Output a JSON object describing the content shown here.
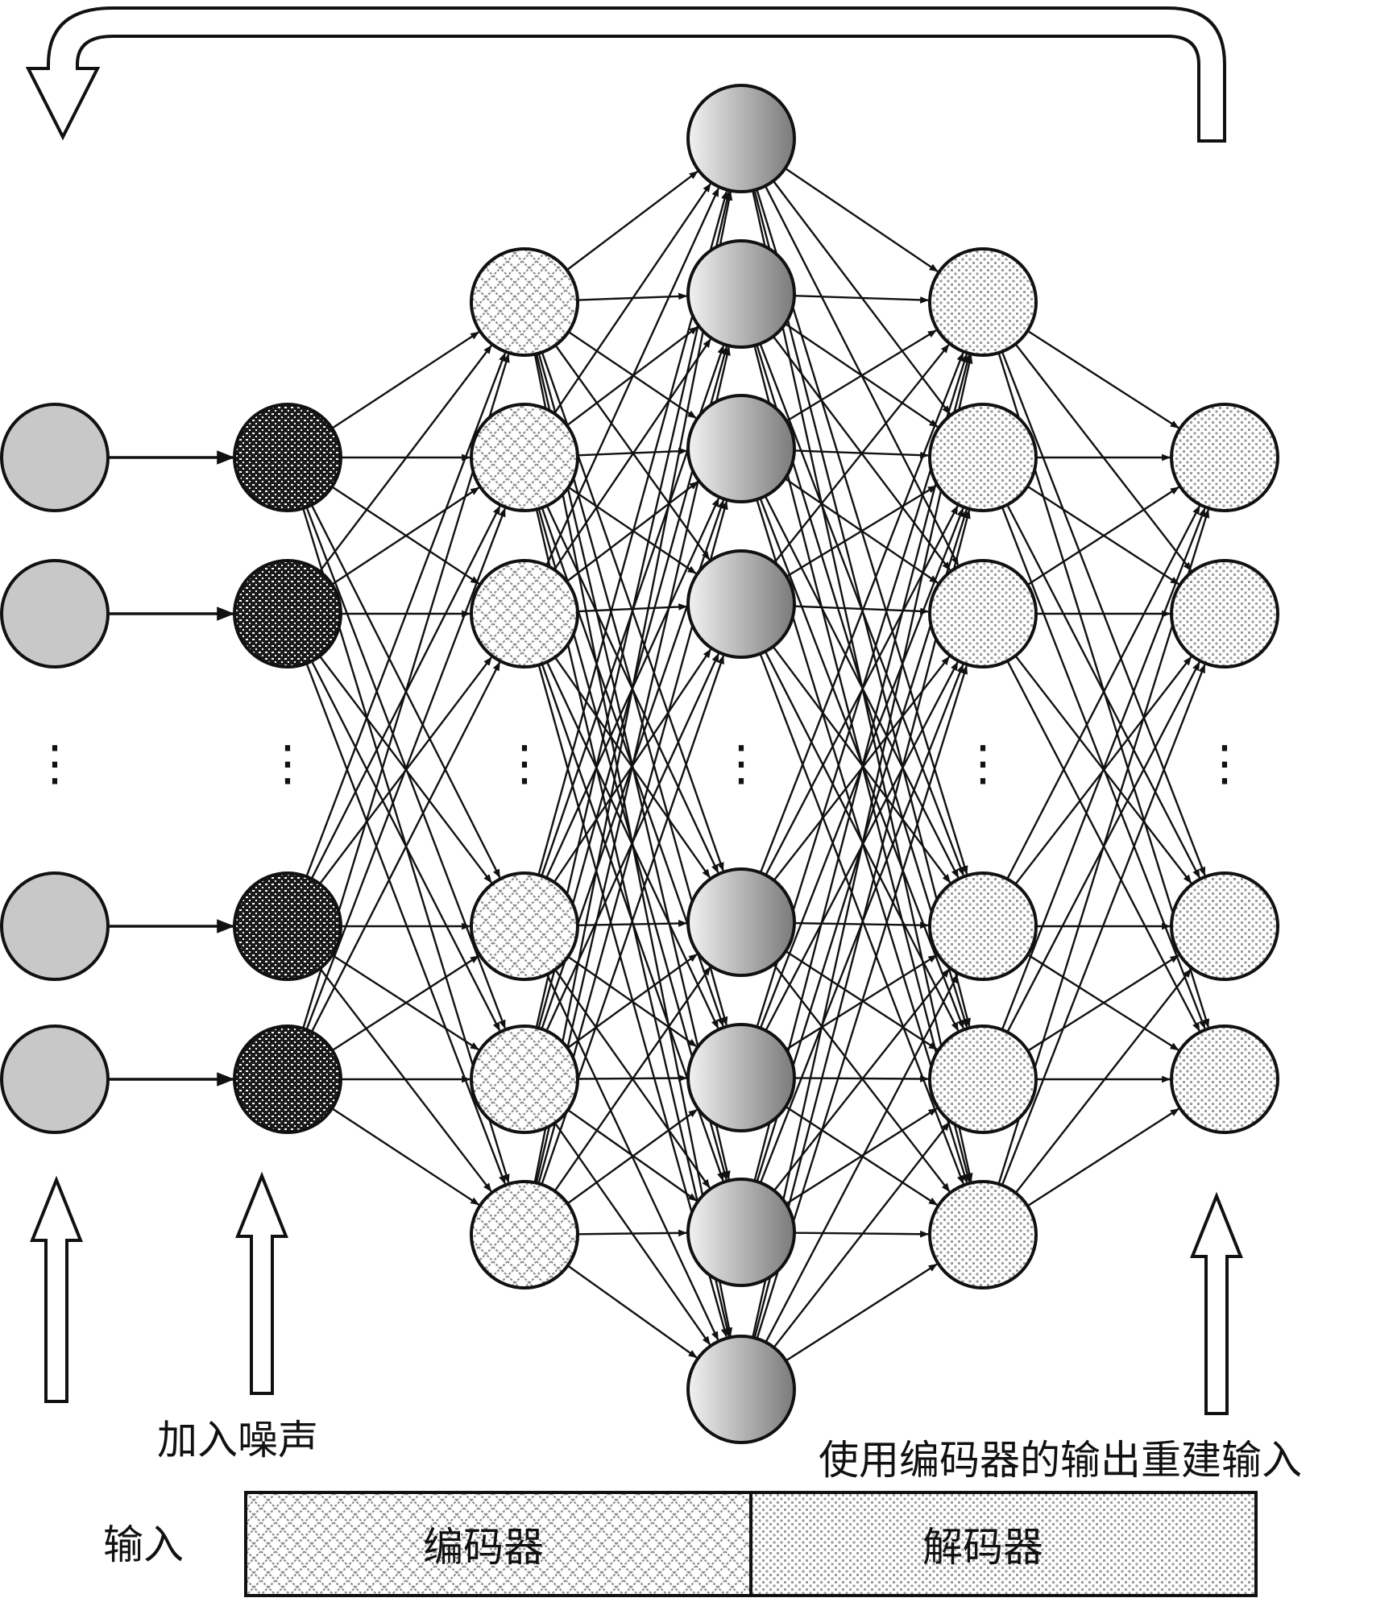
{
  "labels": {
    "add_noise": "加入噪声",
    "reconstruct": "使用编码器的输出重建输入",
    "input": "输入",
    "encoder": "编码器",
    "decoder": "解码器"
  },
  "layers": [
    {
      "id": "input",
      "node_count": 4,
      "fill": "input-fill"
    },
    {
      "id": "noisy",
      "node_count": 4,
      "fill": "noise-pattern"
    },
    {
      "id": "enc-hidden",
      "node_count": 6,
      "fill": "crosshatch-pattern"
    },
    {
      "id": "code",
      "node_count": 8,
      "fill": "gradient-fill"
    },
    {
      "id": "dec-hidden",
      "node_count": 6,
      "fill": "dots-pattern"
    },
    {
      "id": "output",
      "node_count": 4,
      "fill": "dots-pattern"
    }
  ],
  "ellipsis_glyph": "⋮",
  "colors": {
    "stroke": "#111111",
    "input_fill": "#c8c8c8",
    "noise_dark": "#1a1a1a",
    "hatch": "#8c8c8c",
    "gradient_light": "#f2f2f2",
    "gradient_dark": "#7a7a7a",
    "dots": "#9a9a9a",
    "arrow_outline_fill": "#ffffff"
  }
}
